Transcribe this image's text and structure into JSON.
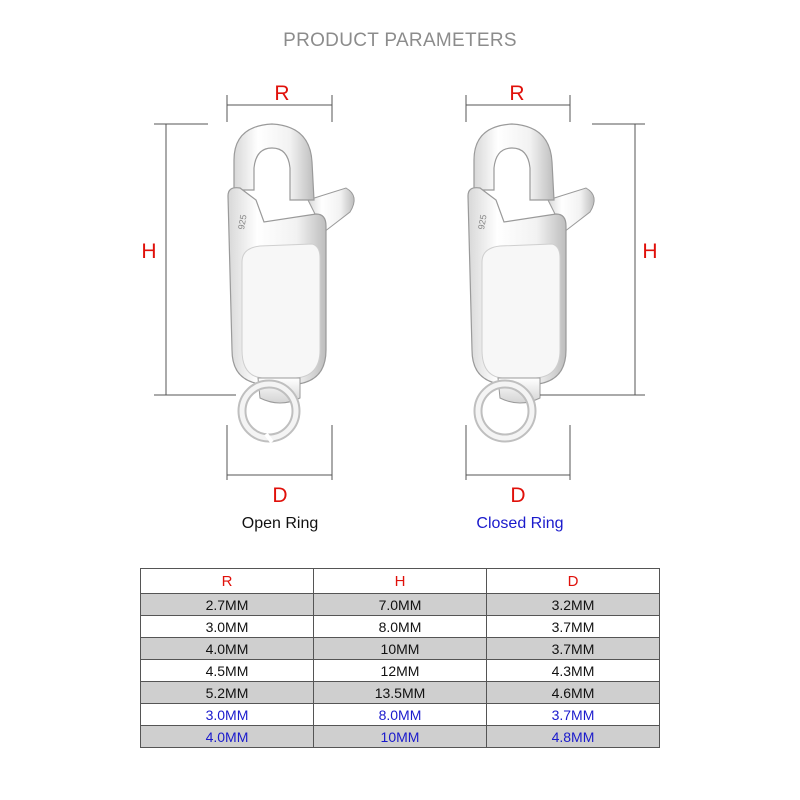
{
  "title": "PRODUCT PARAMETERS",
  "labels": {
    "r": "R",
    "h": "H",
    "d": "D",
    "stamp": "925"
  },
  "captions": {
    "open": "Open Ring",
    "closed": "Closed Ring"
  },
  "colors": {
    "label_red": "#e0100a",
    "closed_blue": "#1a1acc",
    "title_gray": "#8c8c8c",
    "row_shade": "#cfcfcf"
  },
  "table": {
    "headers": [
      "R",
      "H",
      "D"
    ],
    "rows": [
      {
        "type": "open",
        "shade": true,
        "cells": [
          "2.7MM",
          "7.0MM",
          "3.2MM"
        ]
      },
      {
        "type": "open",
        "shade": false,
        "cells": [
          "3.0MM",
          "8.0MM",
          "3.7MM"
        ]
      },
      {
        "type": "open",
        "shade": true,
        "cells": [
          "4.0MM",
          "10MM",
          "3.7MM"
        ]
      },
      {
        "type": "open",
        "shade": false,
        "cells": [
          "4.5MM",
          "12MM",
          "4.3MM"
        ]
      },
      {
        "type": "open",
        "shade": true,
        "cells": [
          "5.2MM",
          "13.5MM",
          "4.6MM"
        ]
      },
      {
        "type": "closed",
        "shade": false,
        "cells": [
          "3.0MM",
          "8.0MM",
          "3.7MM"
        ]
      },
      {
        "type": "closed",
        "shade": true,
        "cells": [
          "4.0MM",
          "10MM",
          "4.8MM"
        ]
      }
    ]
  }
}
